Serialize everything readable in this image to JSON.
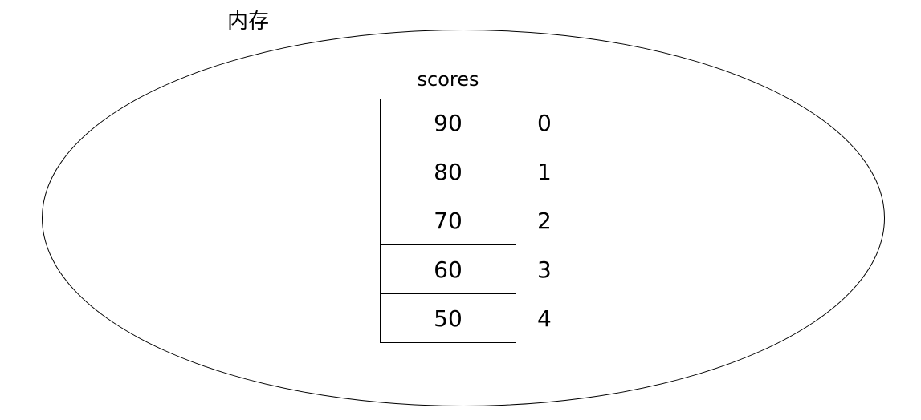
{
  "diagram": {
    "memory_label": "内存",
    "array_name": "scores",
    "cells": [
      {
        "value": "90",
        "index": "0"
      },
      {
        "value": "80",
        "index": "1"
      },
      {
        "value": "70",
        "index": "2"
      },
      {
        "value": "60",
        "index": "3"
      },
      {
        "value": "50",
        "index": "4"
      }
    ],
    "colors": {
      "line": "#000000",
      "background": "#ffffff",
      "text": "#000000"
    }
  }
}
